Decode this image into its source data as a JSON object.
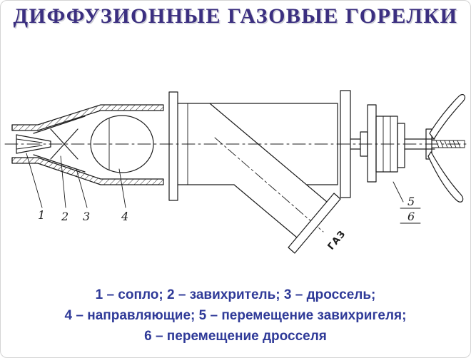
{
  "slide": {
    "title": "ДИФФУЗИОННЫЕ ГАЗОВЫЕ ГОРЕЛКИ"
  },
  "colors": {
    "title_color": "#3b2f80",
    "caption_color": "#2f3a98",
    "line_color": "#1c1c1c",
    "background": "#ffffff",
    "border": "#d4d4d4"
  },
  "diagram": {
    "part_labels": {
      "p1": "1",
      "p2": "2",
      "p3": "3",
      "p4": "4",
      "p5": "5",
      "p6": "6"
    },
    "gas_label": "ГАЗ"
  },
  "caption": {
    "lines": [
      "1 – сопло; 2 – завихритель; 3 – дроссель;",
      "4 – направляющие; 5 – перемещение завихригеля;",
      "6 – перемещение дросселя"
    ]
  }
}
